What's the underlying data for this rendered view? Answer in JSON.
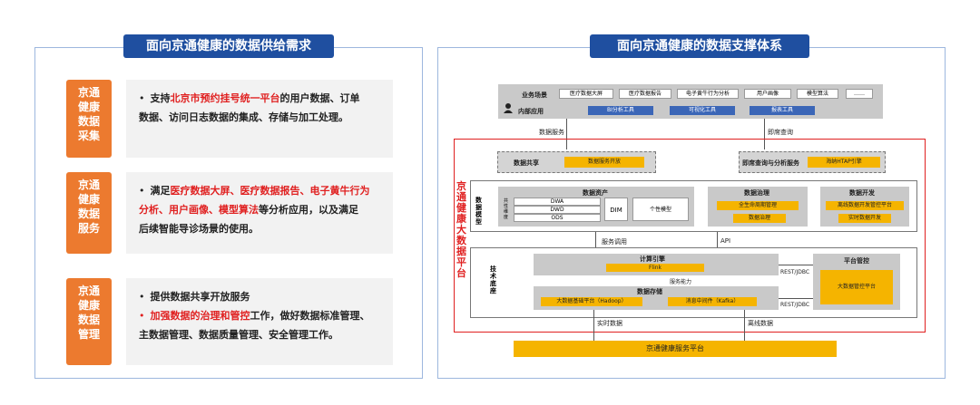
{
  "left": {
    "title": "面向京通健康的数据供给需求",
    "rows": [
      {
        "category": [
          "京通",
          "健康",
          "数据",
          "采集"
        ],
        "lines": [
          [
            {
              "t": "支持",
              "s": "blk"
            },
            {
              "t": "北京市预约挂号统一平台",
              "s": "red"
            },
            {
              "t": "的用户数据、订单",
              "s": "blk"
            }
          ],
          [
            {
              "t": "数据、访问日志数据的集成、存储与加工处理。",
              "s": "blk"
            }
          ]
        ]
      },
      {
        "category": [
          "京通",
          "健康",
          "数据",
          "服务"
        ],
        "lines": [
          [
            {
              "t": "满足",
              "s": "blk"
            },
            {
              "t": "医疗数据大屏、医疗数据报告、电子黄牛行为",
              "s": "red"
            }
          ],
          [
            {
              "t": "分析、用户画像、模型算法",
              "s": "red"
            },
            {
              "t": "等分析应用，以及满足",
              "s": "blk"
            }
          ],
          [
            {
              "t": "后续智能导诊场景的使用。",
              "s": "blk"
            }
          ]
        ]
      },
      {
        "category": [
          "京通",
          "健康",
          "数据",
          "管理"
        ],
        "lines": [
          [
            {
              "t": "提供数据共享开放服务",
              "s": "blk"
            }
          ],
          [
            {
              "t": "加强数据的治理和管控",
              "s": "red"
            },
            {
              "t": "工作，做好数据标准管理、",
              "s": "blk"
            }
          ],
          [
            {
              "t": "主数据管理、数据质量管理、安全管理工作。",
              "s": "blk"
            }
          ]
        ]
      }
    ]
  },
  "right": {
    "title": "面向京通健康的数据支撑体系",
    "top": {
      "scene_label": "业务场景",
      "internal_label": "内部应用",
      "scenes": [
        "医疗数据大屏",
        "医疗数据报告",
        "电子黄牛行为分析",
        "用户画像",
        "模型算法",
        "……"
      ],
      "tools": [
        "BI分析工具",
        "可视化工具",
        "报表工具"
      ]
    },
    "mid_labels": {
      "data_service": "数据服务",
      "instant_query": "即席查询"
    },
    "platform_label": "京通健康大数据平台",
    "share": {
      "label": "数据共享",
      "item": "数据服务开放"
    },
    "query": {
      "label": "即席查询与分析服务",
      "item": "海纳HTAP引擎"
    },
    "model": {
      "label": "数据模型",
      "assets_title": "数据资产",
      "side_label": "共性维度",
      "layers": [
        "DWA",
        "DWD",
        "ODS"
      ],
      "dim": "DIM",
      "personal": "个性模型"
    },
    "governance": {
      "title": "数据治理",
      "items": [
        "全生命周期管理",
        "数据治理"
      ]
    },
    "develop": {
      "title": "数据开发",
      "items": [
        "离线数据开发管控平台",
        "实时数据开发"
      ]
    },
    "service_call": "服务调用",
    "api": "API",
    "tech_label": "技术底座",
    "compute": {
      "title": "计算引擎",
      "item": "Flink"
    },
    "service_capability": "服务能力",
    "storage": {
      "title": "数据存储",
      "items": [
        "大数据基础平台（Hadoop）",
        "消息中间件（Kafka）"
      ]
    },
    "ops": {
      "title": "平台管控",
      "item": "大数据管控平台"
    },
    "rest1": "REST/JDBC",
    "rest2": "REST/JDBC",
    "realtime": "实时数据",
    "offline": "离线数据",
    "base": "京通健康服务平台"
  }
}
